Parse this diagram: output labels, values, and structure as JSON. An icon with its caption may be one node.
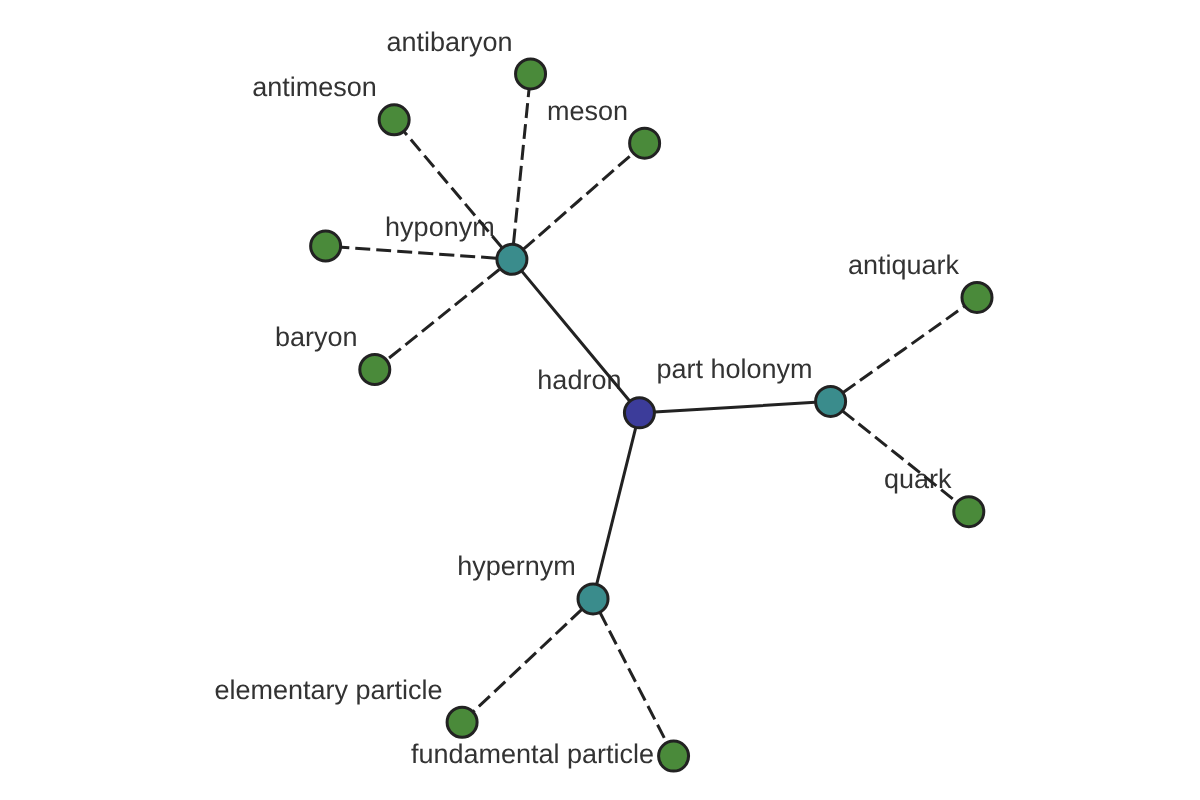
{
  "diagram": {
    "nodes": [
      {
        "text": [],
        "shape": "circle"
      },
      {
        "text": [
          "meson"
        ]
      },
      {
        "text": [
          "baryon"
        ]
      },
      {
        "text": [
          "antibaryon"
        ]
      },
      {
        "text": [
          "hyponym"
        ]
      },
      {
        "text": [
          "antimeson"
        ]
      },
      {
        "text": [
          "elementary particle"
        ]
      },
      {
        "text": [
          "fundamental particle"
        ]
      },
      {
        "text": [
          "hypernym"
        ]
      },
      {
        "text": [
          "hadron"
        ]
      },
      {
        "text": [
          "quark"
        ]
      },
      {
        "text": [
          "part holonym"
        ]
      },
      {
        "text": [
          "antiquark"
        ]
      }
    ],
    "edges": [
      {
        "from": 9,
        "to": 8,
        "arrow": "none"
      },
      {
        "from": 9,
        "to": 4,
        "arrow": "none"
      },
      {
        "from": 9,
        "to": 11,
        "arrow": "none"
      },
      {
        "from": 8,
        "to": 6,
        "arrow": "none",
        "style": "dashed"
      },
      {
        "from": 8,
        "to": 7,
        "arrow": "none",
        "style": "dashed"
      },
      {
        "from": 4,
        "to": 0,
        "arrow": "none",
        "style": "dashed"
      },
      {
        "from": 4,
        "to": 3,
        "arrow": "none",
        "style": "dashed"
      },
      {
        "from": 4,
        "to": 1,
        "arrow": "none",
        "style": "dashed"
      },
      {
        "from": 4,
        "to": 2,
        "arrow": "none",
        "style": "dashed"
      },
      {
        "from": 4,
        "to": 5,
        "arrow": "none",
        "style": "dashed"
      },
      {
        "from": 11,
        "to": 10,
        "arrow": "none",
        "style": "dashed"
      },
      {
        "from": 11,
        "to": 12,
        "arrow": "none",
        "style": "dashed"
      }
    ]
  }
}
